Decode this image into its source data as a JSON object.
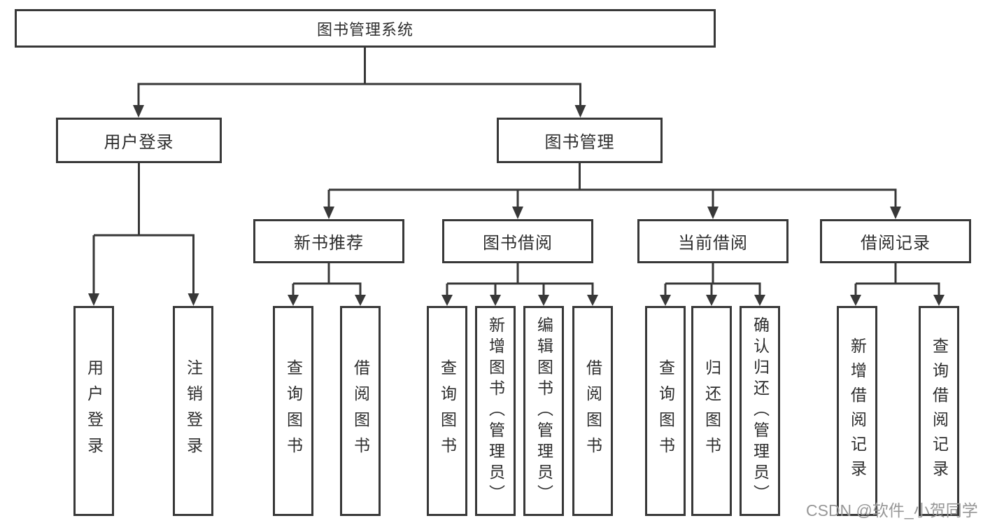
{
  "diagram": {
    "title": "图书管理系统",
    "root": {
      "label": "图书管理系统"
    },
    "level2": {
      "user_login": {
        "label": "用户登录"
      },
      "book_mgmt": {
        "label": "图书管理"
      }
    },
    "level3": {
      "new_books": {
        "label": "新书推荐"
      },
      "book_borrow": {
        "label": "图书借阅"
      },
      "current_borrow": {
        "label": "当前借阅"
      },
      "borrow_records": {
        "label": "借阅记录"
      }
    },
    "leaves": {
      "user_login": [
        "用户登录",
        "注销登录"
      ],
      "new_books": [
        "查询图书",
        "借阅图书"
      ],
      "book_borrow": [
        "查询图书",
        "新增图书（管理员）",
        "编辑图书（管理员）",
        "借阅图书"
      ],
      "current_borrow": [
        "查询图书",
        "归还图书",
        "确认归还（管理员）"
      ],
      "borrow_records": [
        "新增借阅记录",
        "查询借阅记录"
      ]
    },
    "colors": {
      "line": "#383838",
      "text": "#2d2d2d",
      "background": "#ffffff",
      "watermark": "#979797"
    }
  },
  "watermark": {
    "text": "CSDN @软件_小贺同学"
  }
}
